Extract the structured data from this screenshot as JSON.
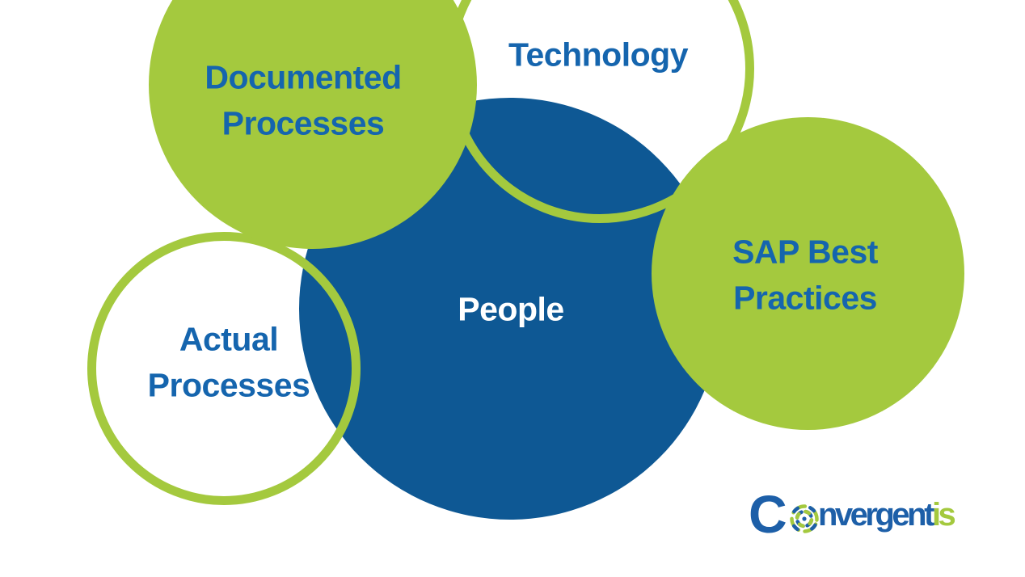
{
  "colors": {
    "background": "#FFFFFF",
    "lime_green": "#A4C93E",
    "circle_blue": "#0E5894",
    "label_blue": "#1565AE",
    "people_label_color": "#FFFFFF",
    "logo_blue": "#1D5FA8",
    "logo_green": "#A4C93E"
  },
  "diagram": {
    "type": "venn-overlapping-circles",
    "circles": [
      {
        "id": "documented-processes",
        "style": "filled-green",
        "label_lines": [
          "Documented",
          "Processes"
        ]
      },
      {
        "id": "technology",
        "style": "white-with-green-ring",
        "label_lines": [
          "Technology"
        ]
      },
      {
        "id": "people",
        "style": "filled-blue",
        "label_lines": [
          "People"
        ]
      },
      {
        "id": "actual-processes",
        "style": "white-with-green-ring",
        "label_lines": [
          "Actual",
          "Processes"
        ]
      },
      {
        "id": "sap-best-practices",
        "style": "filled-green",
        "label_lines": [
          "SAP Best",
          "Practices"
        ]
      }
    ]
  },
  "logo": {
    "letter_c": "C",
    "text_rest": "nvergent",
    "text_suffix": "is",
    "icon": "swirl-aperture-icon"
  }
}
